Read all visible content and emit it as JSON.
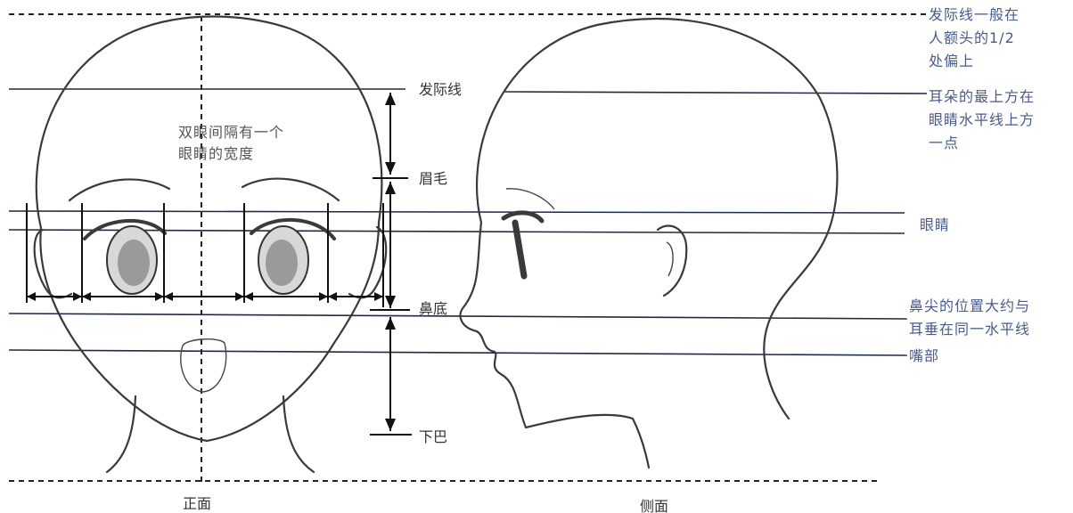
{
  "labels": {
    "hairline": "发际线",
    "eyebrow": "眉毛",
    "nose_base": "鼻底",
    "chin": "下巴",
    "front_view": "正面",
    "side_view": "侧面"
  },
  "front_note": [
    "双眼间隔有一个",
    "眼睛的宽度"
  ],
  "side_notes": {
    "hairline_note": [
      "发际线一般在",
      "人额头的1/2",
      "处偏上"
    ],
    "ear_top_note": [
      "耳朵的最上方在",
      "眼睛水平线上方",
      "一点"
    ],
    "eyes": "眼睛",
    "nose_tip_note": [
      "鼻尖的位置大约与",
      "耳垂在同一水平线"
    ],
    "mouth": "嘴部"
  },
  "colors": {
    "guide_line": "#1f2a44",
    "note_text": "#4a5a8a"
  }
}
